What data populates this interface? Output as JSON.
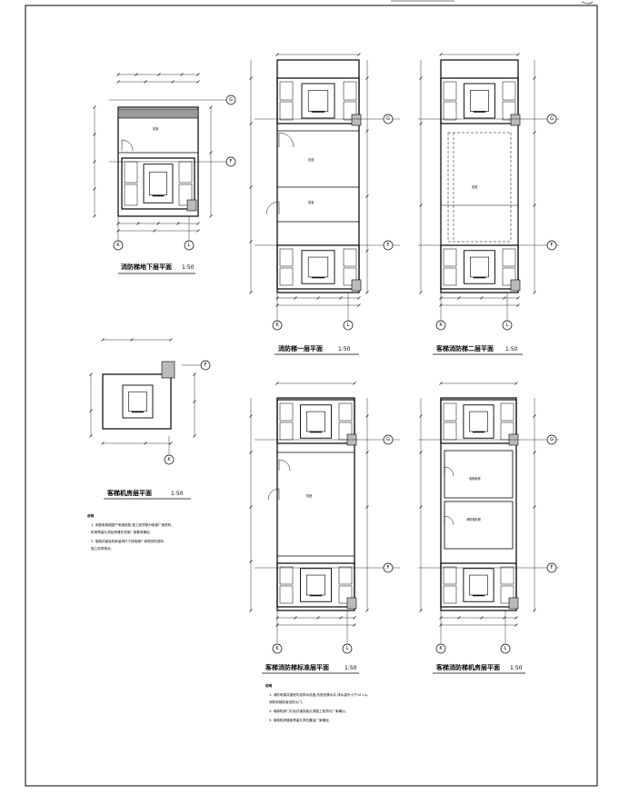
{
  "drawing": {
    "plans": [
      {
        "id": "basement",
        "title": "消防梯地下层平面",
        "scale": "1:50",
        "grid_x": [
          "K",
          "L"
        ],
        "grid_y": [
          "F",
          "G"
        ]
      },
      {
        "id": "floor1",
        "title": "消防梯一层平面",
        "scale": "1:50",
        "grid_x": [
          "K",
          "L"
        ],
        "grid_y": [
          "F",
          "G"
        ]
      },
      {
        "id": "floor2",
        "title": "客梯消防梯二层平面",
        "scale": "1:50",
        "grid_x": [
          "K",
          "L"
        ],
        "grid_y": [
          "F",
          "G"
        ]
      },
      {
        "id": "roof",
        "title": "客梯机房层平面",
        "scale": "1:50",
        "grid_x": [
          "K"
        ],
        "grid_y": [
          "F"
        ]
      },
      {
        "id": "typical",
        "title": "客梯消防梯标准层平面",
        "scale": "1:50",
        "grid_x": [
          "K",
          "L"
        ],
        "grid_y": [
          "F",
          "G"
        ]
      },
      {
        "id": "machine",
        "title": "客梯消防梯机房层平面",
        "scale": "1:50",
        "grid_x": [
          "K",
          "L"
        ],
        "grid_y": [
          "F",
          "G"
        ]
      }
    ],
    "room_labels": [
      "前室",
      "走道",
      "前室",
      "前室",
      "电梯机房",
      "消防梯机房"
    ],
    "notes_heading": "说明",
    "notes_left": [
      "1. 本图电梯按国产电梯选型,施工前须核对电梯厂家资料,",
      "   机房预留孔洞及预埋件须按厂家要求确定。",
      "2. 电梯井道及机房留洞尺寸按电梯厂家提供的资料",
      "   施工前须核对。"
    ],
    "notes_bottom": [
      "1. 消防电梯井道底坑设排水设施,坑底设集水井,排水量不小于10 L/s。",
      "   消防电梯前室设防火门。",
      "2. 电梯机房门口及井道安装孔洞施工前须与厂家确认。",
      "3. 电梯机房楼板预留孔洞位置由厂家确定。"
    ]
  }
}
